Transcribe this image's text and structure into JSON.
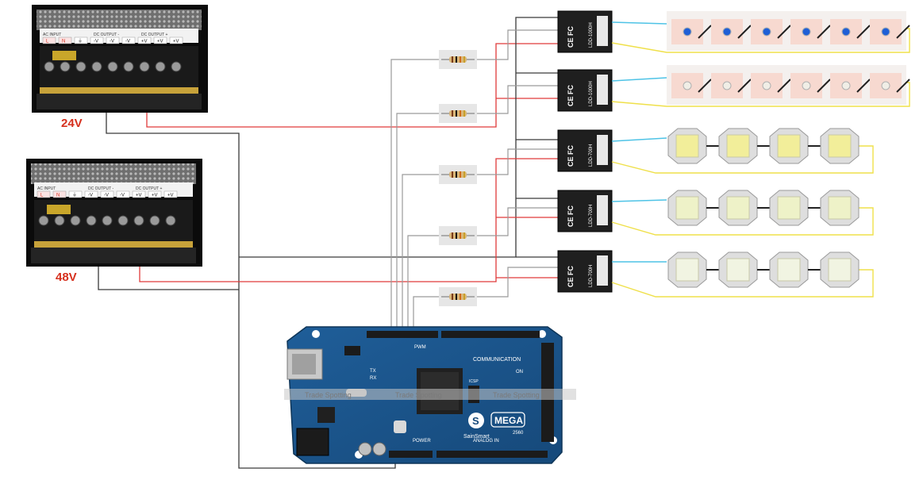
{
  "power_supplies": [
    {
      "label": "24V",
      "ac_input": "AC INPUT",
      "dc_output_minus": "DC OUTPUT -",
      "dc_output_plus": "DC OUTPUT +",
      "terminals": [
        "L",
        "N",
        "⏚",
        "-V",
        "-V",
        "-V",
        "+V",
        "+V",
        "+V"
      ]
    },
    {
      "label": "48V",
      "ac_input": "AC INPUT",
      "dc_output_minus": "DC OUTPUT -",
      "dc_output_plus": "DC OUTPUT +",
      "terminals": [
        "L",
        "N",
        "⏚",
        "-V",
        "-V",
        "-V",
        "+V",
        "+V",
        "+V"
      ]
    }
  ],
  "drivers": [
    {
      "model": "LDD-1000H",
      "marks": "CE FC"
    },
    {
      "model": "LDD-1000H",
      "marks": "CE FC"
    },
    {
      "model": "LDD-700H",
      "marks": "CE FC"
    },
    {
      "model": "LDD-700H",
      "marks": "CE FC"
    },
    {
      "model": "LDD-700H",
      "marks": "CE FC"
    }
  ],
  "led_strips": [
    {
      "type": "strip",
      "led_color": "#1f5fd6",
      "led_count": 6
    },
    {
      "type": "strip",
      "led_color": "#f0eee6",
      "led_count": 6
    },
    {
      "type": "chip",
      "led_color": "#f2ee9a",
      "led_count": 4
    },
    {
      "type": "chip",
      "led_color": "#eef2c8",
      "led_count": 4
    },
    {
      "type": "chip",
      "led_color": "#f1f4e2",
      "led_count": 4
    }
  ],
  "resistor_count": 5,
  "arduino": {
    "brand": "SainSmart",
    "model": "MEGA",
    "model_number": "2560",
    "section_communication": "COMMUNICATION",
    "section_pwm": "PWM",
    "section_power": "POWER",
    "section_analog": "ANALOG IN",
    "pin_tx": "TX",
    "pin_rx": "RX",
    "pin_on": "ON",
    "pin_icsp": "ICSP",
    "watermarks": [
      "Trade Spotting",
      "Trade Spotting",
      "Trade Spotting"
    ]
  },
  "wire_colors": {
    "black": "#3a3a3a",
    "red": "#e03a3a",
    "gray": "#9a9a9a",
    "cyan": "#4ec3e6",
    "yellow": "#efe04a"
  }
}
